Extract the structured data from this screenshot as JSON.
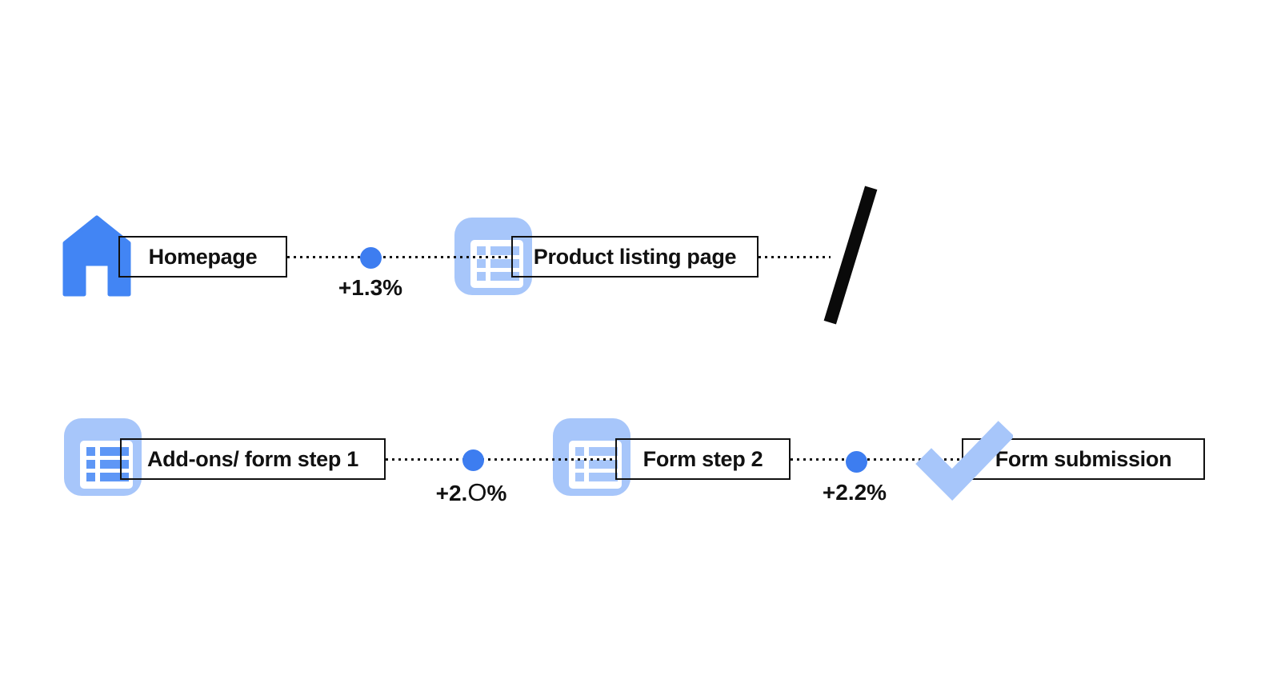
{
  "colors": {
    "brand_blue": "#4285F4",
    "light_blue": "#A7C6FA",
    "dot_blue": "#3D7DF0",
    "highlight_bar_blue": "#5E97F6",
    "line_black": "#111111"
  },
  "flow": {
    "row1": {
      "steps": [
        {
          "icon": "home-icon",
          "label": "Homepage"
        },
        {
          "icon": "list-icon",
          "label": "Product listing page"
        }
      ],
      "transition1": {
        "label": "+1.3%"
      },
      "continuation": "page-break-slash"
    },
    "row2": {
      "steps": [
        {
          "icon": "list-icon",
          "label": "Add-ons/ form step 1"
        },
        {
          "icon": "list-icon",
          "label": "Form step 2"
        },
        {
          "icon": "check-icon",
          "label": "Form submission"
        }
      ],
      "transition1": {
        "prefix": "+2.",
        "o": "O",
        "suffix": "%"
      },
      "transition2": {
        "label": "+2.2%"
      }
    }
  }
}
